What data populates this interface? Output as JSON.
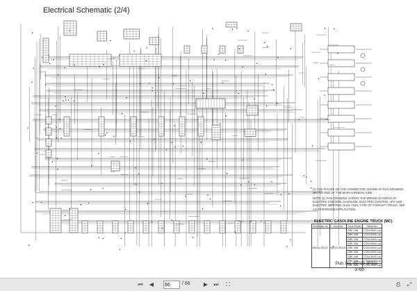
{
  "page": {
    "title": "Electrical Schematic (2/4)",
    "notes": [
      "(2) THE FIGURE OF THE CONNECTOR SHOWN IN THIS DRAWING MEANS ONE OF THE MAIN HARNESS SIDE.",
      "NOTE (1) THIS DRAWING SHOWS THE WIRING DIAGRAM OF ELECTRIC CONTROL GASOLINE, ELECTRIC CONTROL LPG AND ELECTRIC CONTROL DUAL FUEL TYPE OF FORKLIFT TRUCK, SEE AS REFERENCE/APPLICATION."
    ],
    "truck_title": "ELECTRIC GASOLINE ENGINE TRUCK (MC)",
    "table": {
      "headers": [
        "Schematic no.",
        "Used for",
        "Truck Model",
        "Serial No."
      ],
      "schematic_no": "B0016-3F110",
      "used_for": "98719-3F110",
      "rows": [
        [
          "GRE 15N",
          "CT2N-00001 up"
        ],
        [
          "GRE 18N",
          "CT2N-00001 up"
        ],
        [
          "GRE 20N",
          "CT2N-00001 up"
        ],
        [
          "GRE 25N",
          "CT2N-00001 up"
        ],
        [
          "GRE 30N",
          "CT2N-00001 up"
        ],
        [
          "GRE 35N",
          "CT2N-00001 up"
        ],
        [
          "GRE 40N",
          "CT2N-00001 up"
        ],
        [
          "GRE 50N",
          "CT2N-00001 up"
        ],
        [
          "GRE 55N",
          "CT2N-00001 up"
        ]
      ]
    },
    "pub_no": "Pub. No. 99719-3F110",
    "page_number": "3-66"
  },
  "toolbar": {
    "page_value": "66",
    "page_total": "/ 66"
  }
}
